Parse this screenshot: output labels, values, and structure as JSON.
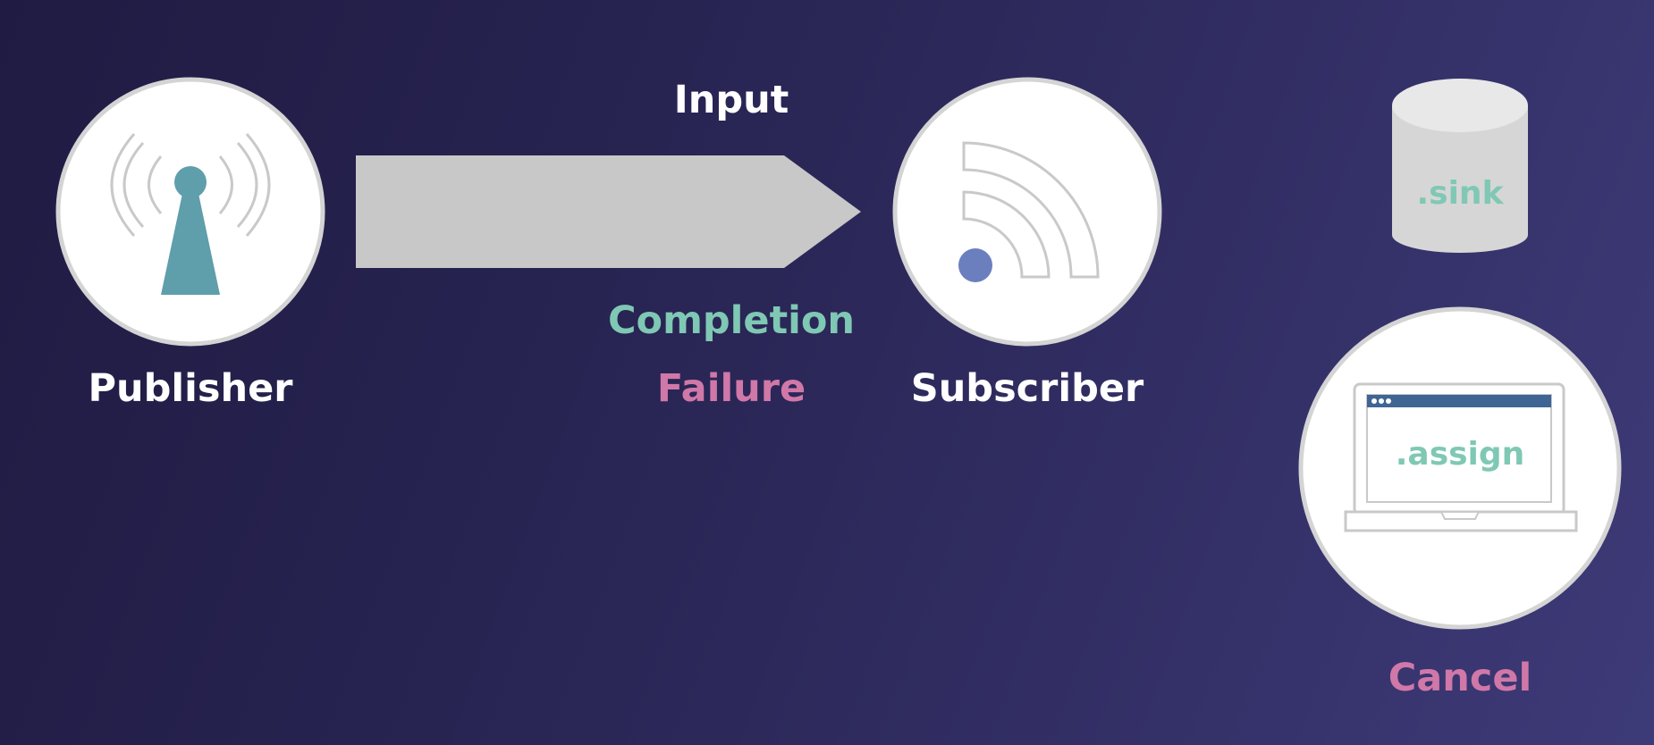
{
  "publisher": {
    "label": "Publisher",
    "icon": "broadcast-tower-icon"
  },
  "subscriber": {
    "label": "Subscriber",
    "icon": "rss-feed-icon"
  },
  "stream": {
    "input_label": "Input",
    "completion_label": "Completion",
    "failure_label": "Failure"
  },
  "sink": {
    "label": ".sink",
    "icon": "database-cylinder-icon"
  },
  "assign": {
    "label": ".assign",
    "icon": "laptop-icon"
  },
  "cancel": {
    "label": "Cancel"
  },
  "colors": {
    "background_start": "#1f1b42",
    "background_end": "#3d3a78",
    "teal": "#7fc8b4",
    "pink": "#d078a8",
    "tower": "#5f9eab",
    "rss_dot": "#6b7fbf",
    "arrow": "#c8c8c8",
    "laptop_titlebar": "#3f6594"
  }
}
